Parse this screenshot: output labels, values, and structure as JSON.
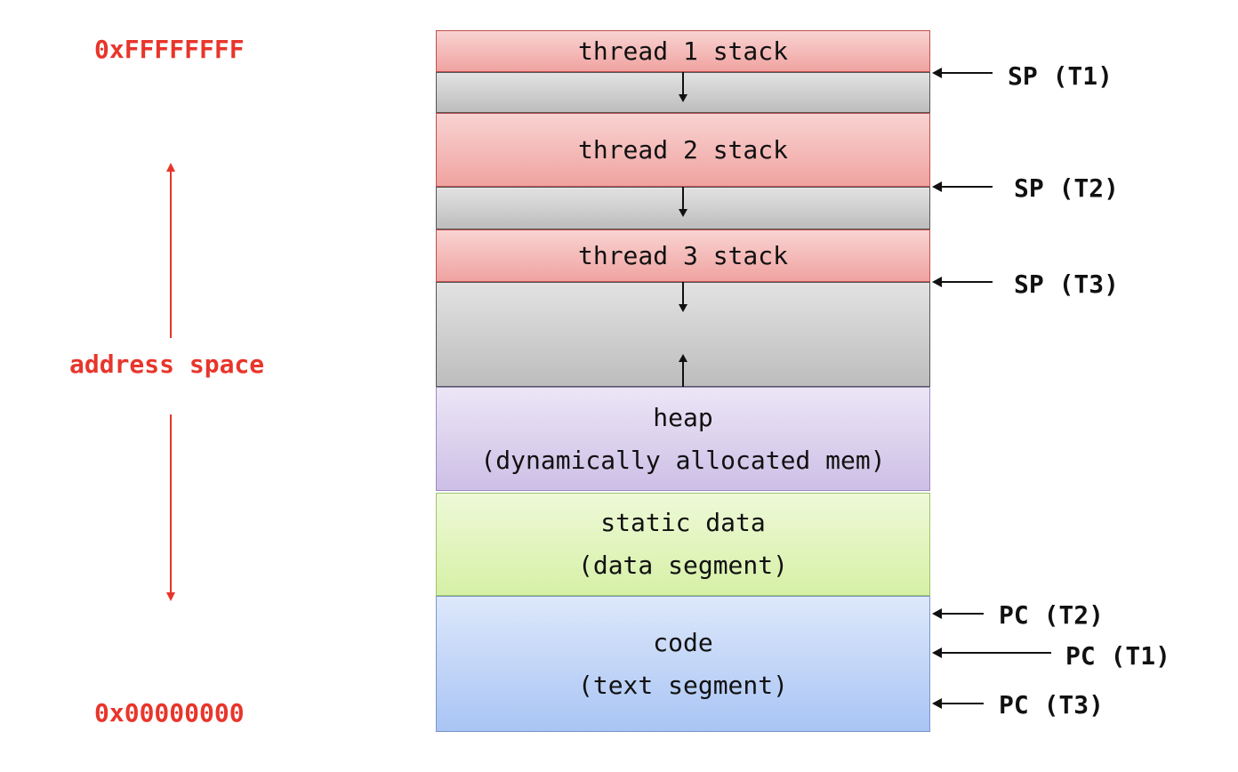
{
  "address_labels": {
    "top": "0xFFFFFFFF",
    "bottom": "0x00000000",
    "middle": "address space"
  },
  "segments": {
    "thread1_stack": "thread 1 stack",
    "thread2_stack": "thread 2 stack",
    "thread3_stack": "thread 3 stack",
    "heap_line1": "heap",
    "heap_line2": "(dynamically allocated mem)",
    "static_line1": "static data",
    "static_line2": "(data segment)",
    "code_line1": "code",
    "code_line2": "(text segment)"
  },
  "pointers": {
    "sp_t1": "SP (T1)",
    "sp_t2": "SP (T2)",
    "sp_t3": "SP (T3)",
    "pc_t2": "PC (T2)",
    "pc_t1": "PC (T1)",
    "pc_t3": "PC (T3)"
  },
  "colors": {
    "accent_red": "#e8352b",
    "stack_fill": "#f4b6b4",
    "free_fill": "#c9c9c9",
    "heap_fill": "#dcd2ee",
    "static_fill": "#dcf3b4",
    "code_fill": "#b9cff6"
  }
}
